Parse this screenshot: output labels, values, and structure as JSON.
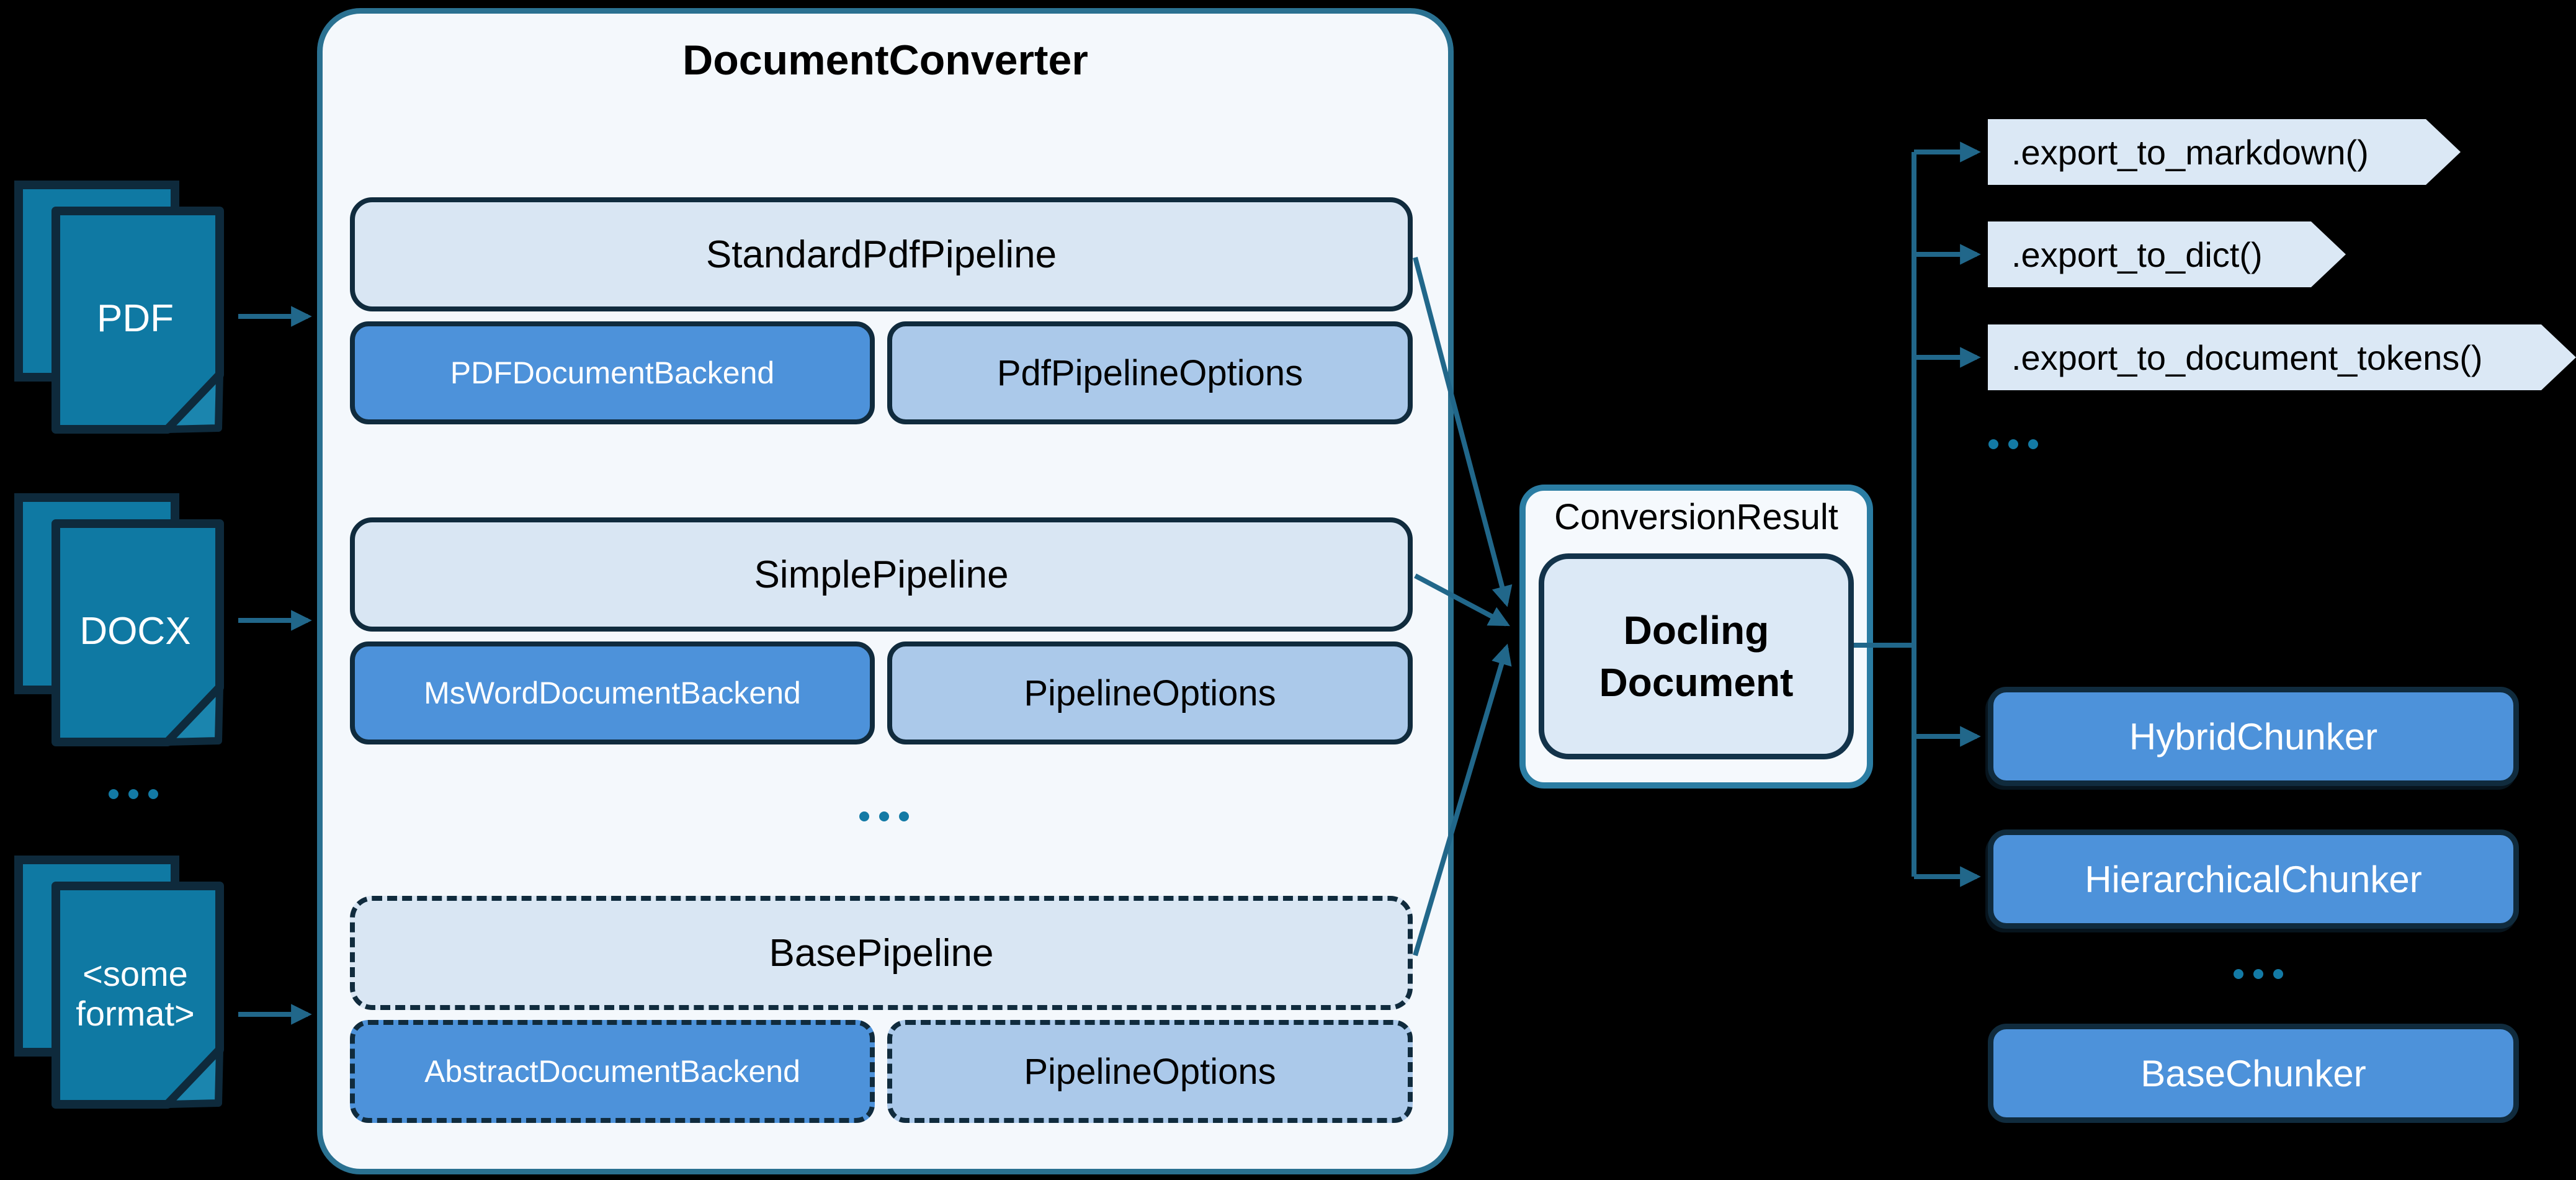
{
  "colors": {
    "background": "#000000",
    "source_icon_fill": "#0F79A3",
    "dark_navy_border": "#102B3D",
    "converter_background": "#F4F8FC",
    "teal_border": "#2A7191",
    "pipeline_fill": "#D9E6F3",
    "backend_fill": "#4D92DA",
    "options_fill": "#ABC9EA",
    "docling_fill": "#DCE9F6",
    "tag_fill": "#DBE8F5",
    "arrow_teal": "#21678A"
  },
  "sources": {
    "pdf": {
      "label": "PDF"
    },
    "docx": {
      "label": "DOCX"
    },
    "ellipsis": "...",
    "some_format": {
      "line1": "<some",
      "line2": "format>"
    }
  },
  "converter": {
    "title": "DocumentConverter",
    "ellipsis": "...",
    "pipelines": [
      {
        "pipeline": "StandardPdfPipeline",
        "backend": "PDFDocumentBackend",
        "options": "PdfPipelineOptions",
        "dashed": false
      },
      {
        "pipeline": "SimplePipeline",
        "backend": "MsWordDocumentBackend",
        "options": "PipelineOptions",
        "dashed": false
      },
      {
        "pipeline": "BasePipeline",
        "backend": "AbstractDocumentBackend",
        "options": "PipelineOptions",
        "dashed": true
      }
    ]
  },
  "result": {
    "label": "ConversionResult",
    "document_line1": "Docling",
    "document_line2": "Document"
  },
  "exports": {
    "methods": [
      ".export_to_markdown()",
      ".export_to_dict()",
      ".export_to_document_tokens()"
    ],
    "ellipsis": "..."
  },
  "chunkers": {
    "items": [
      "HybridChunker",
      "HierarchicalChunker"
    ],
    "ellipsis": "...",
    "base": "BaseChunker"
  }
}
